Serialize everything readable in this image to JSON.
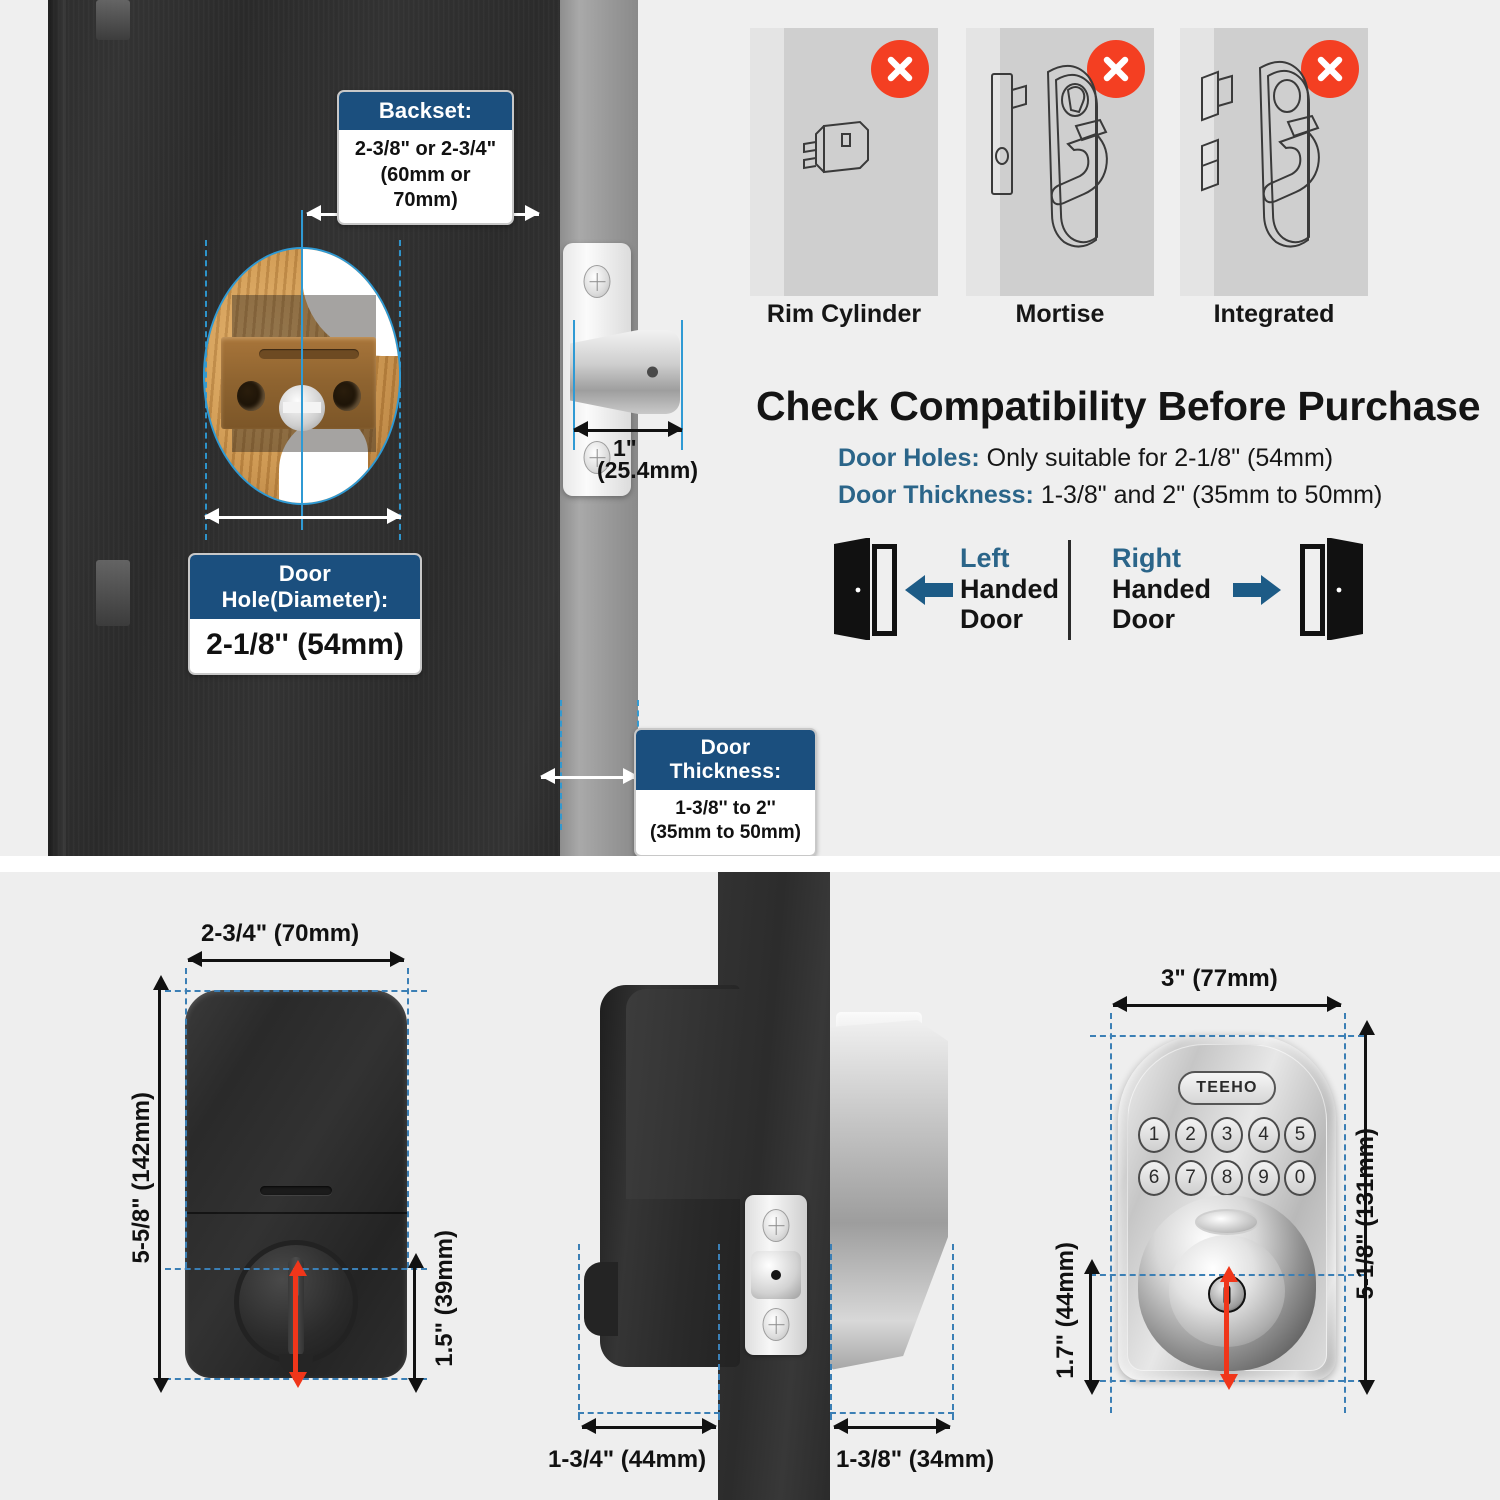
{
  "top": {
    "callouts": [
      {
        "title": "Backset:",
        "lines": [
          "2-3/8\" or 2-3/4\"",
          "(60mm or 70mm)"
        ]
      },
      {
        "title": "Door Hole(Diameter):",
        "lines": [
          "2-1/8'' (54mm)"
        ]
      },
      {
        "title": "Door Thickness:",
        "lines": [
          "1-3/8'' to 2''",
          "(35mm to 50mm)"
        ]
      }
    ],
    "latch_dim": {
      "inch": "1\"",
      "mm": "(25.4mm)"
    },
    "incompatible_cards": [
      {
        "label": "Rim Cylinder",
        "badge": "x-mark-icon"
      },
      {
        "label": "Mortise",
        "badge": "x-mark-icon"
      },
      {
        "label": "Integrated",
        "badge": "x-mark-icon"
      }
    ],
    "heading": "Check Compatibility Before Purchase",
    "specs": [
      {
        "label": "Door Holes:",
        "value": "Only suitable for 2-1/8\" (54mm)"
      },
      {
        "label": "Door Thickness:",
        "value": "1-3/8\" and 2\" (35mm to 50mm)"
      }
    ],
    "handed": {
      "left": {
        "highlight": "Left",
        "line2": "Handed",
        "line3": "Door"
      },
      "right": {
        "highlight": "Right",
        "line2": "Handed",
        "line3": "Door"
      }
    }
  },
  "bottom": {
    "front_view": {
      "width_label": "2-3/4\" (70mm)",
      "height_label": "5-5/8\" (142mm)",
      "offset_label": "1.5\" (39mm)"
    },
    "side_view": {
      "left_label": "1-3/4\" (44mm)",
      "right_label": "1-3/8\" (34mm)"
    },
    "keypad_view": {
      "width_label": "3\" (77mm)",
      "height_label": "5-1/8\" (131mm)",
      "offset_label": "1.7\" (44mm)",
      "brand": "TEEHO",
      "keys_row1": [
        "1",
        "2",
        "3",
        "4",
        "5"
      ],
      "keys_row2": [
        "6",
        "7",
        "8",
        "9",
        "0"
      ]
    }
  },
  "colors": {
    "callout_header": "#1b4f7e",
    "accent_blue": "#2b6589",
    "guide_blue": "#3b7fb5",
    "error_red": "#f43f22",
    "red_arrow": "#f0361a"
  }
}
